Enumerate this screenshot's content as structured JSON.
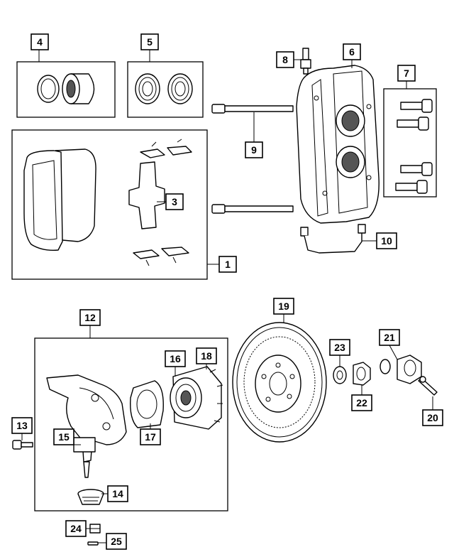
{
  "callouts": {
    "c1": "1",
    "c3": "3",
    "c4": "4",
    "c5": "5",
    "c6": "6",
    "c7": "7",
    "c8": "8",
    "c9": "9",
    "c10": "10",
    "c12": "12",
    "c13": "13",
    "c14": "14",
    "c15": "15",
    "c16": "16",
    "c17": "17",
    "c18": "18",
    "c19": "19",
    "c20": "20",
    "c21": "21",
    "c22": "22",
    "c23": "23",
    "c24": "24",
    "c25": "25"
  }
}
